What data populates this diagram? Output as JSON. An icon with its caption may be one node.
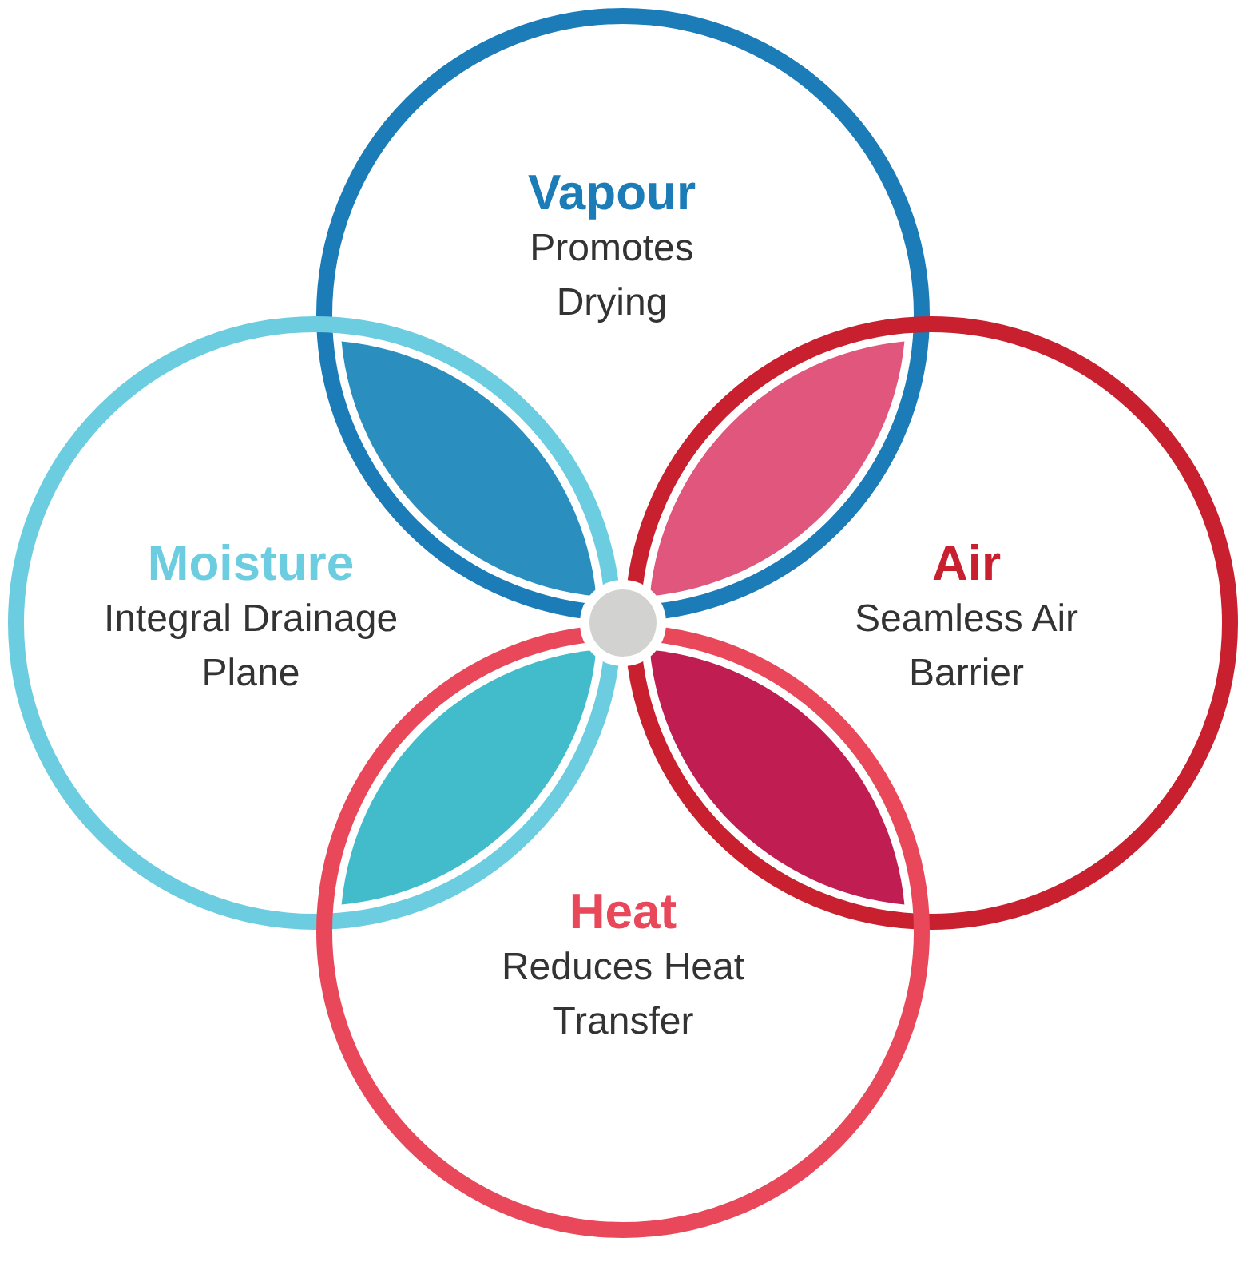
{
  "diagram": {
    "nodes": [
      {
        "text": [
          "Vapour",
          "Promotes Drying"
        ]
      },
      {
        "text": [
          "Moisture",
          "Integral Drainage Plane"
        ]
      },
      {
        "text": [
          "Air",
          "Seamless Air Barrier"
        ]
      },
      {
        "text": [
          "Heat",
          "Reduces Heat Transfer"
        ]
      }
    ],
    "edges": []
  }
}
